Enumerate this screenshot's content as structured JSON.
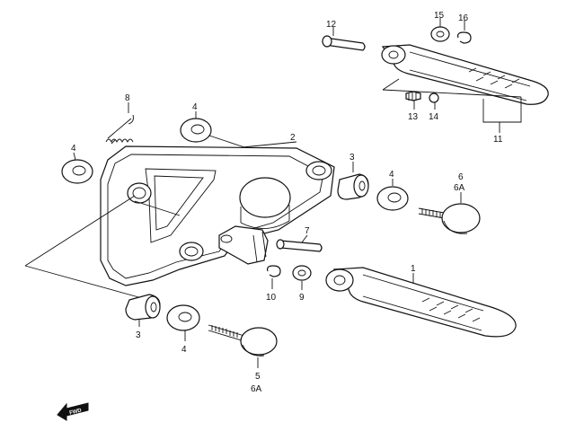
{
  "callouts": {
    "l1": "1",
    "l2": "2",
    "l3a": "3",
    "l3b": "3",
    "l4a": "4",
    "l4b": "4",
    "l4c": "4",
    "l4d": "4",
    "l5": "5",
    "l5b": "6A",
    "l6": "6",
    "l6b": "6A",
    "l7": "7",
    "l8": "8",
    "l9": "9",
    "l10": "10",
    "l11": "11",
    "l12": "12",
    "l13": "13",
    "l14": "14",
    "l15": "15",
    "l16": "16"
  },
  "fwd_arrow": {
    "label": "FWD"
  },
  "colors": {
    "line": "#111111",
    "background": "#ffffff"
  }
}
